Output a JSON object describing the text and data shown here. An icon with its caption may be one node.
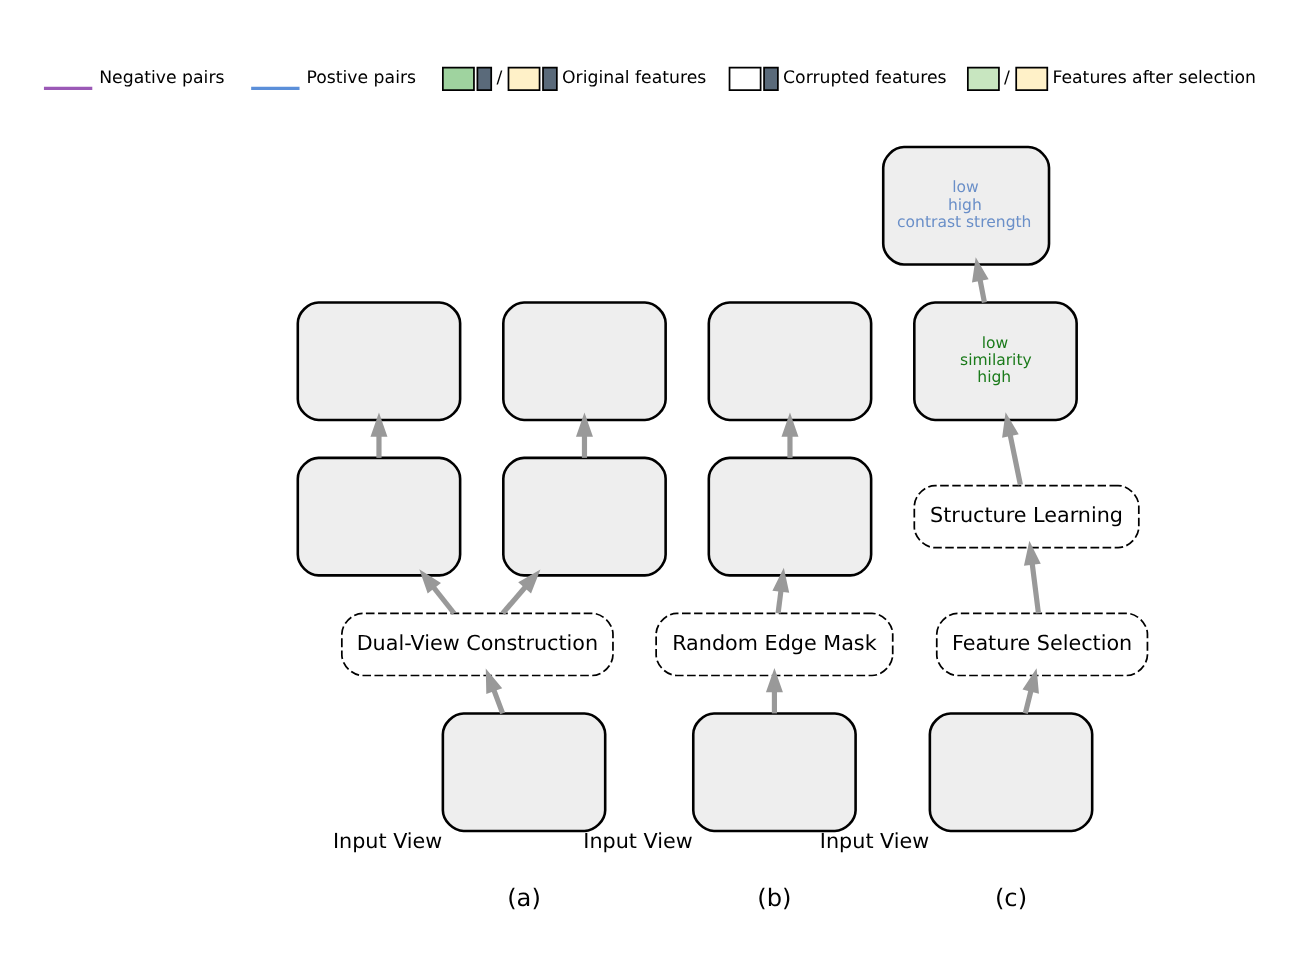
{
  "diagram": {
    "nodes": [
      {
        "text": [],
        "shape": "box",
        "beside": [
          "Input View"
        ]
      },
      {
        "text": [
          "Dual-View Construction"
        ]
      },
      {
        "text": [],
        "shape": "box"
      },
      {
        "text": [],
        "shape": "box"
      },
      {
        "text": [],
        "shape": "box"
      },
      {
        "text": [],
        "shape": "box"
      },
      {
        "text": [],
        "shape": "box",
        "beside": [
          "Input View"
        ]
      },
      {
        "text": [
          "Random Edge Mask"
        ]
      },
      {
        "text": [],
        "shape": "box"
      },
      {
        "text": [],
        "shape": "box"
      },
      {
        "text": [],
        "shape": "box",
        "beside": [
          "Input View"
        ]
      },
      {
        "text": [
          "Feature Selection"
        ]
      },
      {
        "text": [
          "Structure Learning"
        ]
      },
      {
        "text": [
          "low",
          "similarity",
          "high"
        ]
      },
      {
        "text": [
          "low",
          "high",
          "contrast strength"
        ]
      }
    ],
    "edges": [
      {
        "from": 0,
        "to": 1,
        "arrow": "to"
      },
      {
        "from": 1,
        "to": 2,
        "arrow": "to"
      },
      {
        "from": 1,
        "to": 3,
        "arrow": "to"
      },
      {
        "from": 2,
        "to": 4,
        "arrow": "to"
      },
      {
        "from": 3,
        "to": 5,
        "arrow": "to"
      },
      {
        "from": 6,
        "to": 7,
        "arrow": "to"
      },
      {
        "from": 7,
        "to": 8,
        "arrow": "to"
      },
      {
        "from": 8,
        "to": 9,
        "arrow": "to"
      },
      {
        "from": 10,
        "to": 11,
        "arrow": "to"
      },
      {
        "from": 11,
        "to": 12,
        "arrow": "to"
      },
      {
        "from": 12,
        "to": 13,
        "arrow": "to"
      },
      {
        "from": 13,
        "to": 14,
        "arrow": "to"
      }
    ],
    "labels": [
      "/",
      "/",
      "(a)",
      "(b)",
      "(c)"
    ],
    "legend": [
      {
        "text": "Negative pairs"
      },
      {
        "text": "Postive pairs"
      },
      {
        "text": "Original features"
      },
      {
        "text": "Corrupted features"
      },
      {
        "text": "Features after selection"
      }
    ]
  }
}
